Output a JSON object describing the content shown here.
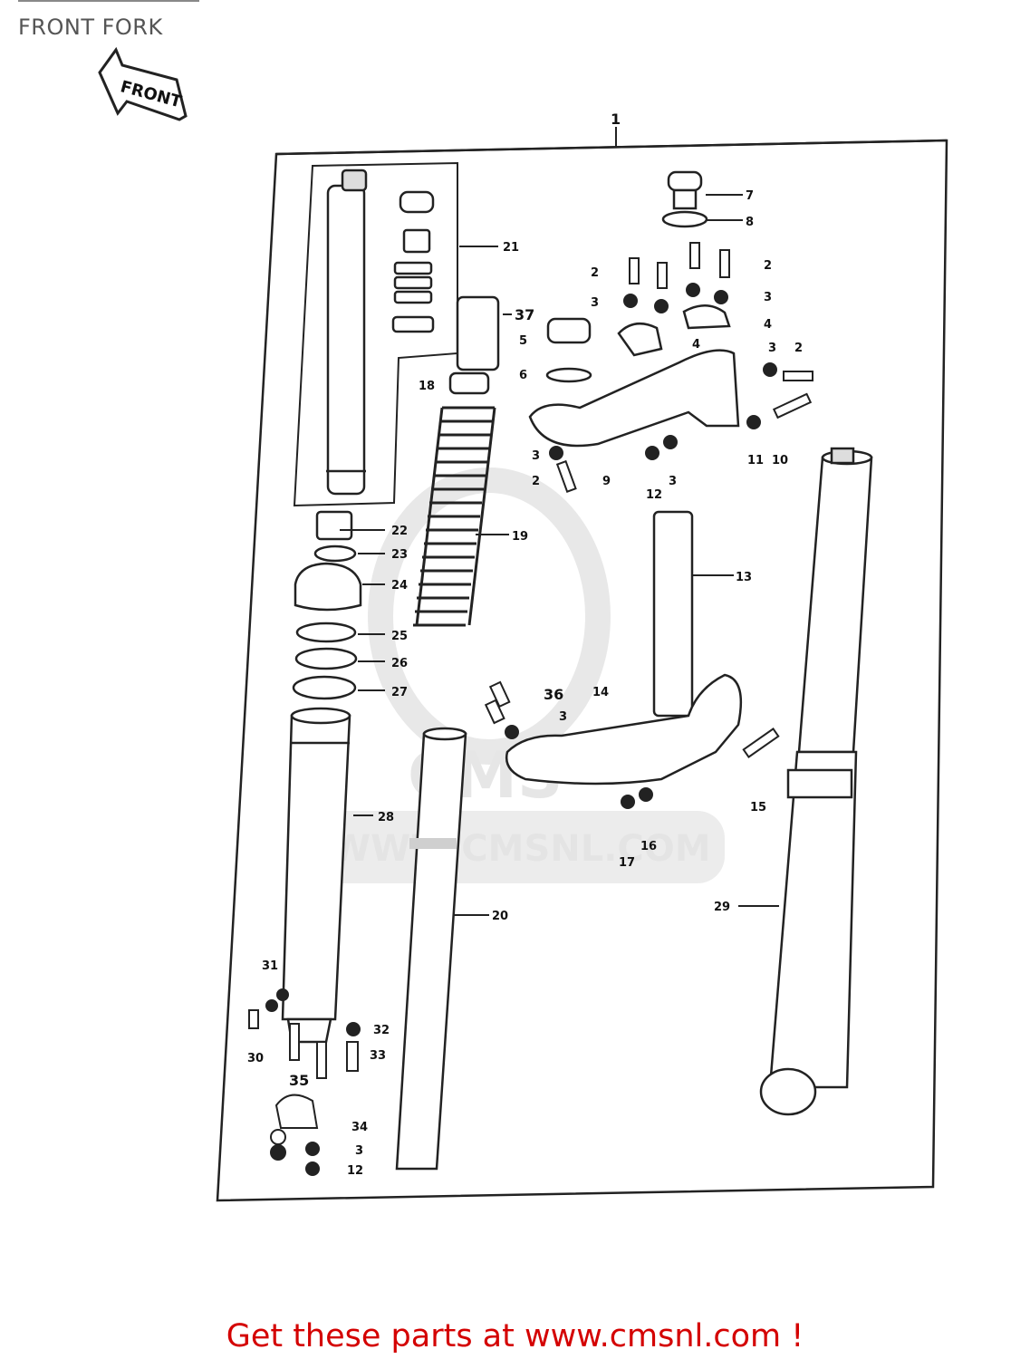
{
  "page": {
    "title": "FRONT FORK"
  },
  "direction_arrow": {
    "label": "FRONT"
  },
  "watermark": {
    "url": "WWW.CMSNL.COM",
    "logo": "CMS"
  },
  "footer": {
    "text": "Get these parts at www.cmsnl.com !"
  },
  "callouts": {
    "c1": "1",
    "c2a": "2",
    "c2b": "2",
    "c2c": "2",
    "c2d": "2",
    "c3a": "3",
    "c3b": "3",
    "c3c": "3",
    "c3d": "3",
    "c3e": "3",
    "c3f": "3",
    "c3g": "3",
    "c4a": "4",
    "c4b": "4",
    "c5": "5",
    "c6": "6",
    "c7": "7",
    "c8": "8",
    "c9": "9",
    "c10": "10",
    "c11": "11",
    "c12a": "12",
    "c12b": "12",
    "c13": "13",
    "c14": "14",
    "c15": "15",
    "c16": "16",
    "c17": "17",
    "c18": "18",
    "c19": "19",
    "c20": "20",
    "c21": "21",
    "c22": "22",
    "c23": "23",
    "c24": "24",
    "c25": "25",
    "c26": "26",
    "c27": "27",
    "c28": "28",
    "c29": "29",
    "c30": "30",
    "c31": "31",
    "c32": "32",
    "c33": "33",
    "c34": "34",
    "c35": "35",
    "c36": "36",
    "c37": "37"
  }
}
